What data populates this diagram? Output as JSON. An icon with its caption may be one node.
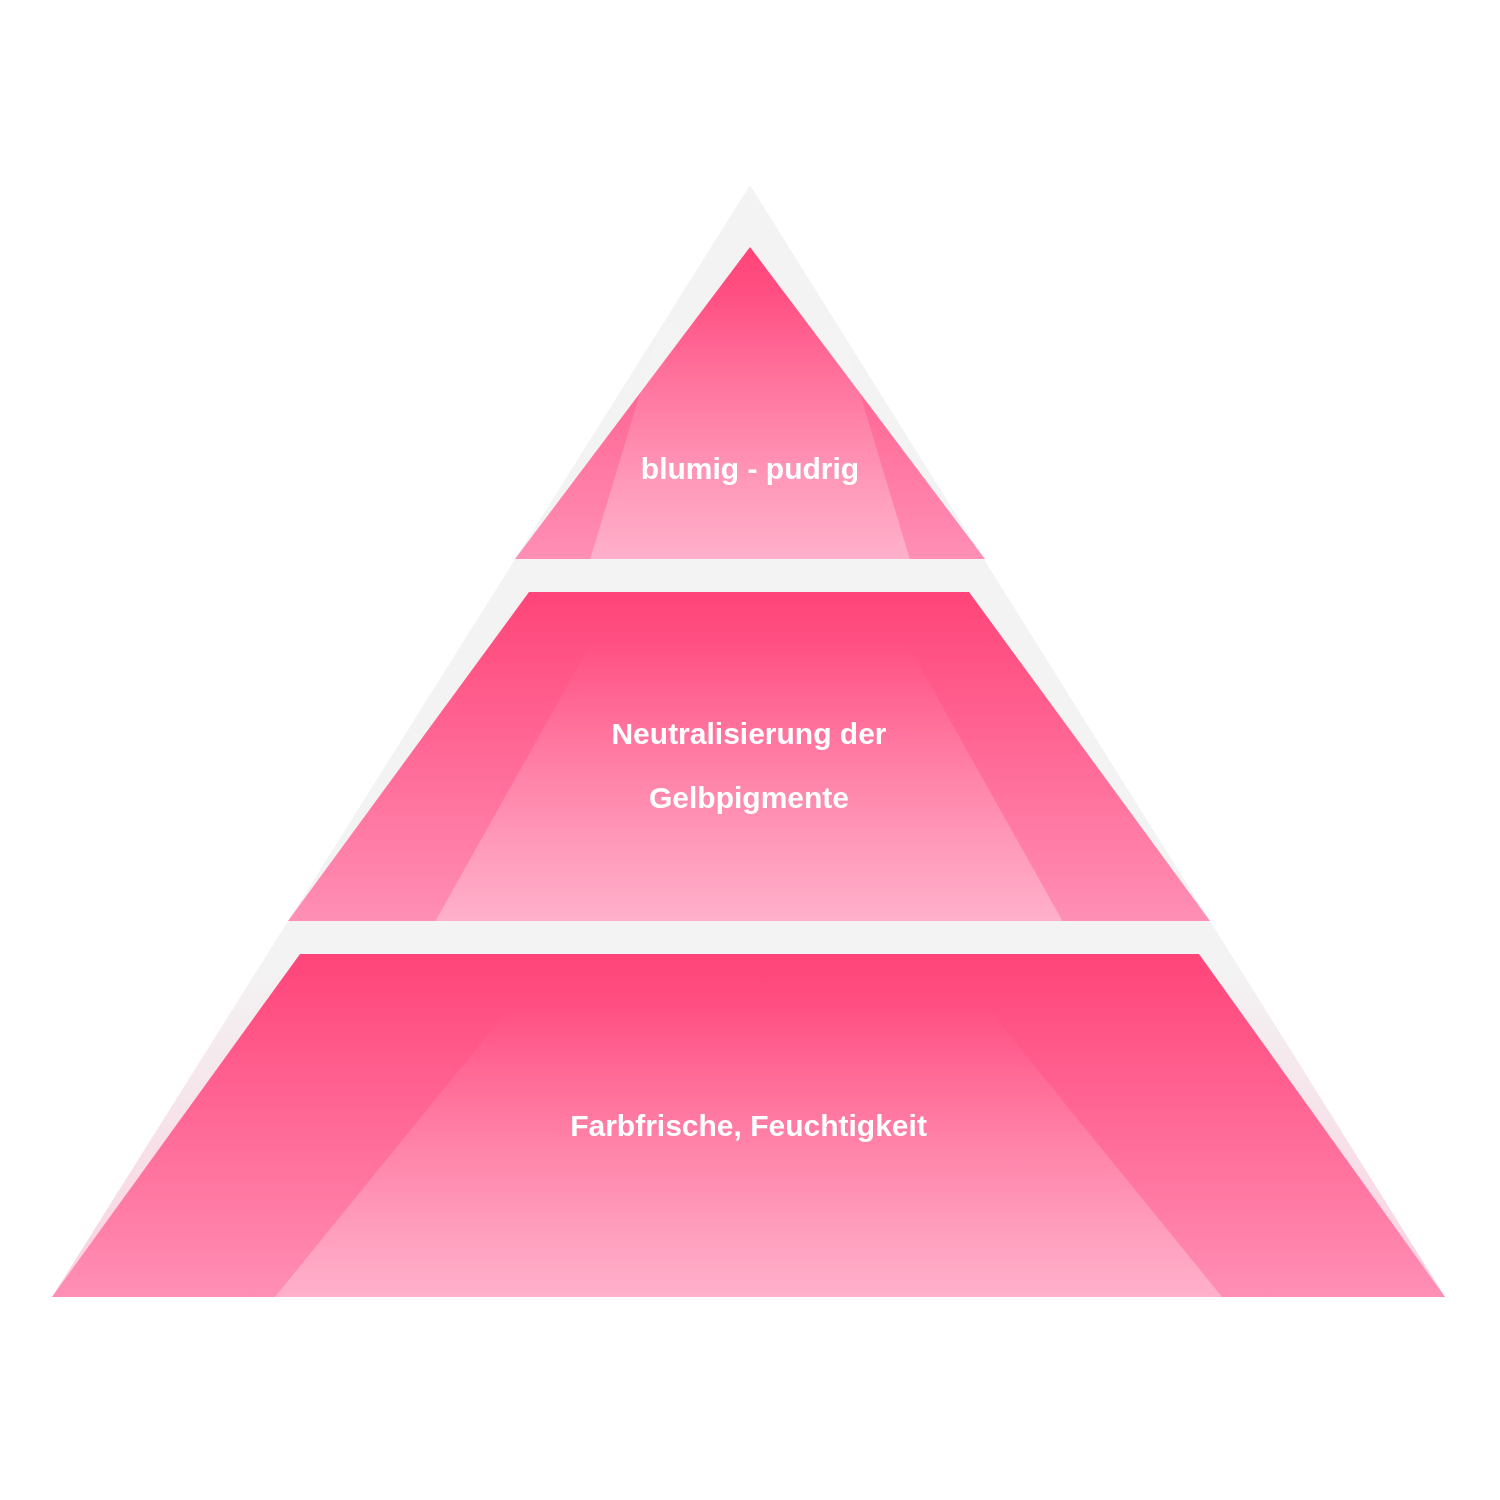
{
  "diagram": {
    "nodes": [
      {
        "text": [
          "blumig - pudrig"
        ]
      },
      {
        "text": [
          "Neutralisierung der Gelbpigmente"
        ]
      },
      {
        "text": [
          "Farbfrische, Feuchtigkeit"
        ]
      }
    ]
  }
}
